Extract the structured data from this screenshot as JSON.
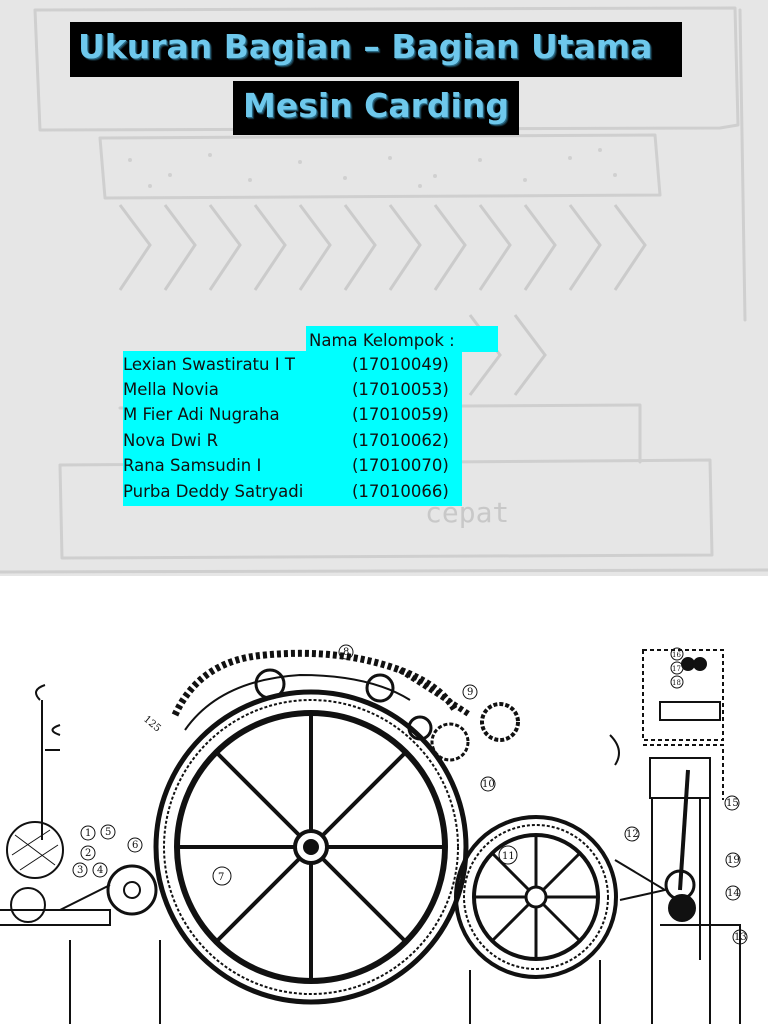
{
  "title": {
    "line1": "Ukuran Bagian – Bagian Utama",
    "line2": "Mesin Carding"
  },
  "background_text": "cepat",
  "group": {
    "heading": "Nama Kelompok :",
    "members": [
      {
        "name": "Lexian Swastiratu I T",
        "id": "(17010049)"
      },
      {
        "name": "Mella Novia",
        "id": "(17010053)"
      },
      {
        "name": "M Fier Adi Nugraha",
        "id": "(17010059)"
      },
      {
        "name": "Nova Dwi R",
        "id": "(17010062)"
      },
      {
        "name": "Rana Samsudin I",
        "id": "(17010070)"
      },
      {
        "name": "Purba Deddy Satryadi",
        "id": "(17010066)"
      }
    ]
  },
  "diagram": {
    "labels": [
      "1",
      "2",
      "3",
      "4",
      "5",
      "6",
      "7",
      "8",
      "9",
      "10",
      "11",
      "12",
      "13",
      "14",
      "15",
      "16",
      "17",
      "18",
      "19",
      "125"
    ]
  },
  "colors": {
    "title_bg": "#000000",
    "title_text": "#6ec8ec",
    "highlight": "#00ffff",
    "slide_bg": "#e6e6e6"
  }
}
